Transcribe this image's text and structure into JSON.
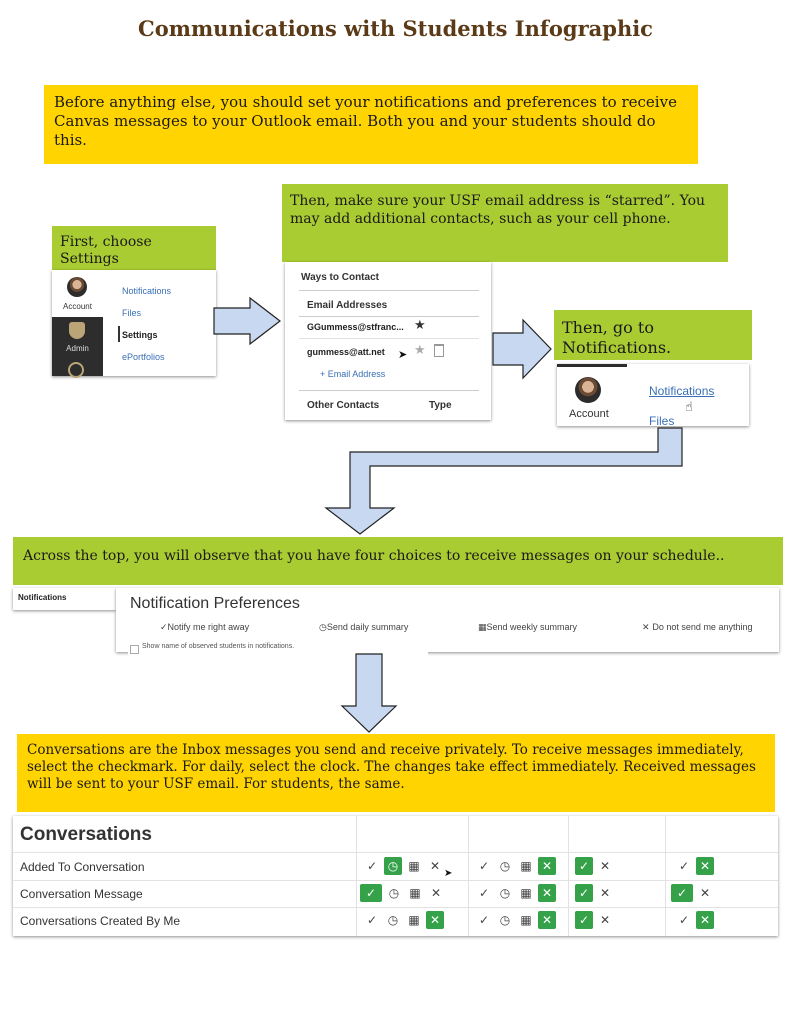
{
  "title": "Communications with Students Infographic",
  "intro": "Before anything else, you should set your notifications and preferences to receive Canvas messages to your Outlook email.  Both you and your students should do this.",
  "step1": {
    "label": "First, choose Settings",
    "account": "Account",
    "admin": "Admin",
    "menu": [
      "Notifications",
      "Files",
      "Settings",
      "ePortfolios"
    ]
  },
  "step2": {
    "label": "Then, make sure your USF email address is “starred”.  You may add additional contacts, such as your cell phone.",
    "ways": "Ways to Contact",
    "email_header": "Email Addresses",
    "email1": "GGummess@stfranc...",
    "email2": "gummess@att.net",
    "add_email": "+ Email Address",
    "other": "Other Contacts",
    "type": "Type"
  },
  "step3": {
    "label": "Then, go to Notifications.",
    "account": "Account",
    "link": "Notifications",
    "files": "Files"
  },
  "step4": {
    "label": "Across the top, you will observe that you have four choices to receive messages on your schedule..",
    "side": "Notifications",
    "heading": "Notification Preferences",
    "opt1": "Notify me right away",
    "opt2": "Send daily summary",
    "opt3": "Send weekly summary",
    "opt4": "Do not send me anything",
    "observed": "Show name of observed students in notifications."
  },
  "step5": {
    "text": "Conversations are the Inbox messages you send and receive privately.  To receive messages immediately, select the checkmark.  For daily, select the clock.  The changes take effect immediately.  Received messages will be sent to your USF email.  For students, the same.",
    "heading": "Conversations",
    "rows": [
      "Added To Conversation",
      "Conversation Message",
      "Conversations Created By Me"
    ]
  },
  "colors": {
    "yellow": "#ffd400",
    "green": "#a9cc32",
    "arrow": "#c8d8f0",
    "selected": "#35a24a",
    "title": "#5b3a17"
  }
}
